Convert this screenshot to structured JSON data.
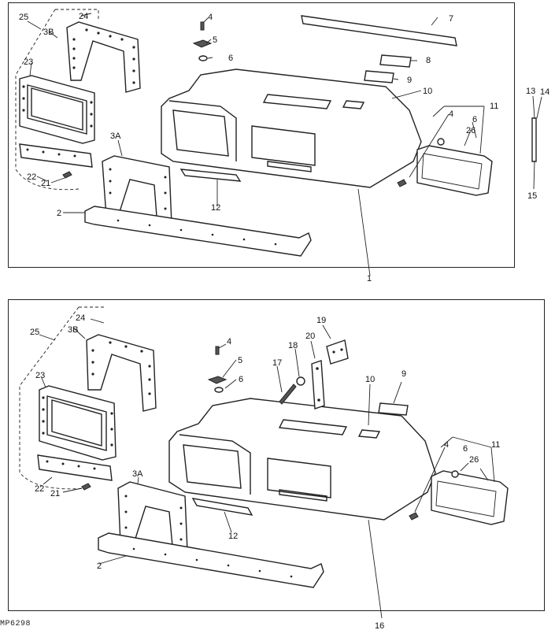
{
  "figure_code": "MP6298",
  "top_panel": {
    "callouts": [
      "25",
      "24",
      "3B",
      "23",
      "22",
      "21",
      "3A",
      "2",
      "4",
      "5",
      "6",
      "12",
      "7",
      "8",
      "9",
      "10",
      "1",
      "4",
      "11",
      "6",
      "26",
      "13",
      "14",
      "15"
    ]
  },
  "bottom_panel": {
    "callouts": [
      "25",
      "24",
      "3B",
      "23",
      "22",
      "21",
      "3A",
      "2",
      "4",
      "5",
      "6",
      "12",
      "19",
      "18",
      "20",
      "17",
      "10",
      "9",
      "4",
      "11",
      "6",
      "26",
      "16"
    ]
  }
}
